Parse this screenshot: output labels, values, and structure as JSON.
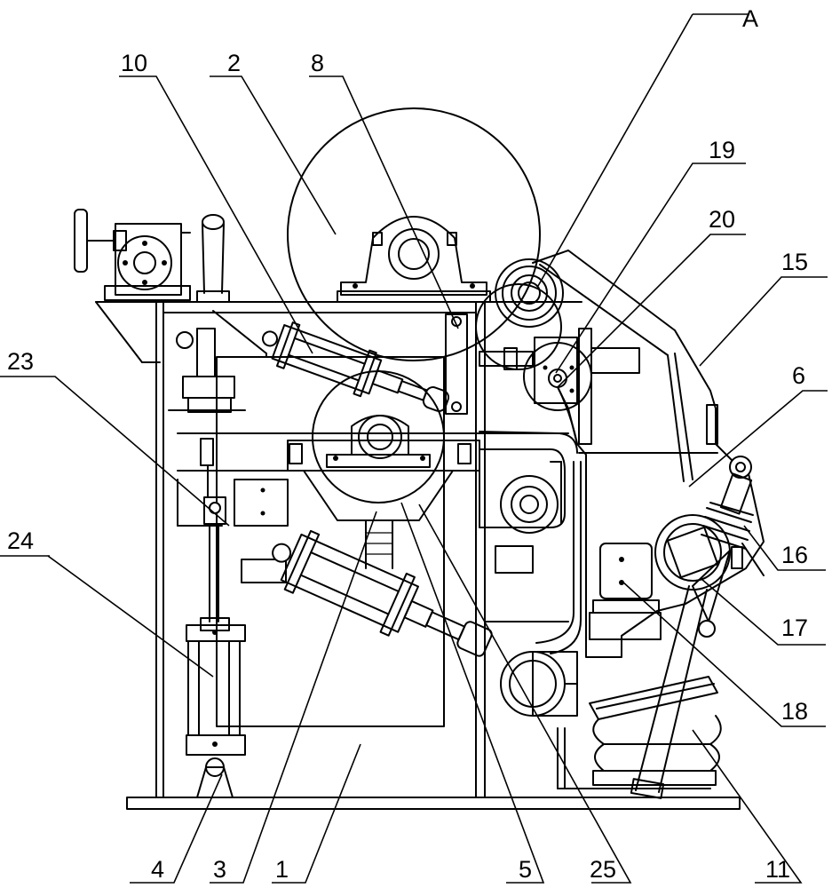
{
  "callouts": [
    {
      "id": "A",
      "text": "A"
    },
    {
      "id": "10",
      "text": "10"
    },
    {
      "id": "2",
      "text": "2"
    },
    {
      "id": "8",
      "text": "8"
    },
    {
      "id": "19",
      "text": "19"
    },
    {
      "id": "20",
      "text": "20"
    },
    {
      "id": "15",
      "text": "15"
    },
    {
      "id": "23",
      "text": "23"
    },
    {
      "id": "6",
      "text": "6"
    },
    {
      "id": "24",
      "text": "24"
    },
    {
      "id": "16",
      "text": "16"
    },
    {
      "id": "17",
      "text": "17"
    },
    {
      "id": "18",
      "text": "18"
    },
    {
      "id": "4",
      "text": "4"
    },
    {
      "id": "3",
      "text": "3"
    },
    {
      "id": "1",
      "text": "1"
    },
    {
      "id": "5",
      "text": "5"
    },
    {
      "id": "25",
      "text": "25"
    },
    {
      "id": "11",
      "text": "11"
    }
  ]
}
